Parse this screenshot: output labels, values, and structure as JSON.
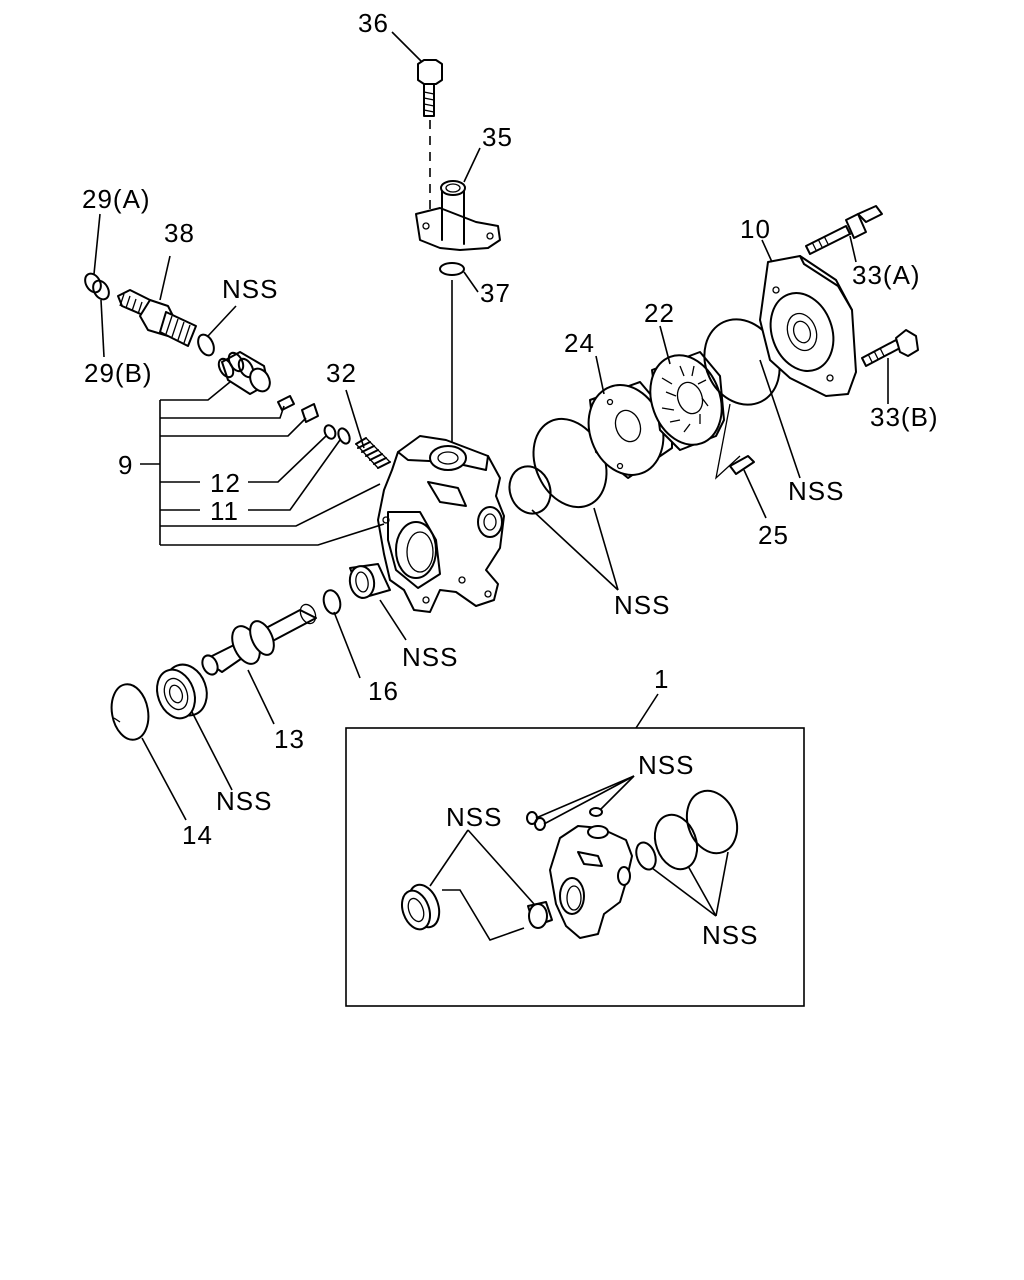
{
  "callouts": {
    "c36": "36",
    "c35": "35",
    "c37": "37",
    "c29a": "29(A)",
    "c38": "38",
    "c29b": "29(B)",
    "c_nss_valve": "NSS",
    "c32": "32",
    "c9": "9",
    "c12": "12",
    "c11": "11",
    "c24": "24",
    "c22": "22",
    "c10": "10",
    "c33a": "33(A)",
    "c33b": "33(B)",
    "c_nss_cover": "NSS",
    "c25": "25",
    "c_nss_rings": "NSS",
    "c_nss_bush": "NSS",
    "c16": "16",
    "c13": "13",
    "c_nss_seal": "NSS",
    "c14": "14",
    "c1": "1",
    "c_nss_kit_top": "NSS",
    "c_nss_kit_left": "NSS",
    "c_nss_kit_right": "NSS"
  }
}
